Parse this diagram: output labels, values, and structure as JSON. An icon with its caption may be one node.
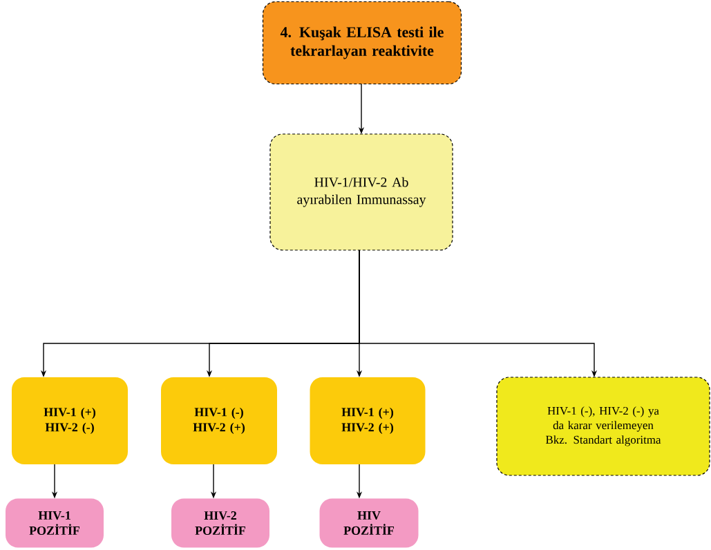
{
  "diagram": {
    "nodes": [
      {
        "text": [
          "4. Kuşak ELISA testi ile tekrarlayan reaktivite"
        ]
      },
      {
        "text": [
          "HIV-1/HIV-2 Ab ayırabilen Immunassay"
        ]
      },
      {
        "text": [
          "HIV-1 (+) HIV-2 (-)"
        ]
      },
      {
        "text": [
          "HIV-1 (-) HIV-2 (+)"
        ]
      },
      {
        "text": [
          "HIV-1 (+) HIV-2 (+)"
        ]
      },
      {
        "text": [
          "HIV-1 (-), HIV-2 (-) ya da karar verilemeyen",
          "Bkz. Standart algoritma"
        ]
      },
      {
        "text": [
          "HIV-1 POZİTİF"
        ]
      },
      {
        "text": [
          "HIV-2 POZİTİF"
        ]
      },
      {
        "text": [
          "HIV POZİTİF"
        ]
      }
    ],
    "edges": [
      {
        "from": 0,
        "to": 1,
        "arrow": "to"
      },
      {
        "from": 1,
        "to": 2,
        "arrow": "to"
      },
      {
        "from": 1,
        "to": 3,
        "arrow": "to"
      },
      {
        "from": 1,
        "to": 4,
        "arrow": "to"
      },
      {
        "from": 1,
        "to": 5,
        "arrow": "to"
      },
      {
        "from": 2,
        "to": 6,
        "arrow": "to"
      },
      {
        "from": 3,
        "to": 7,
        "arrow": "to"
      },
      {
        "from": 4,
        "to": 8,
        "arrow": "to"
      }
    ]
  }
}
